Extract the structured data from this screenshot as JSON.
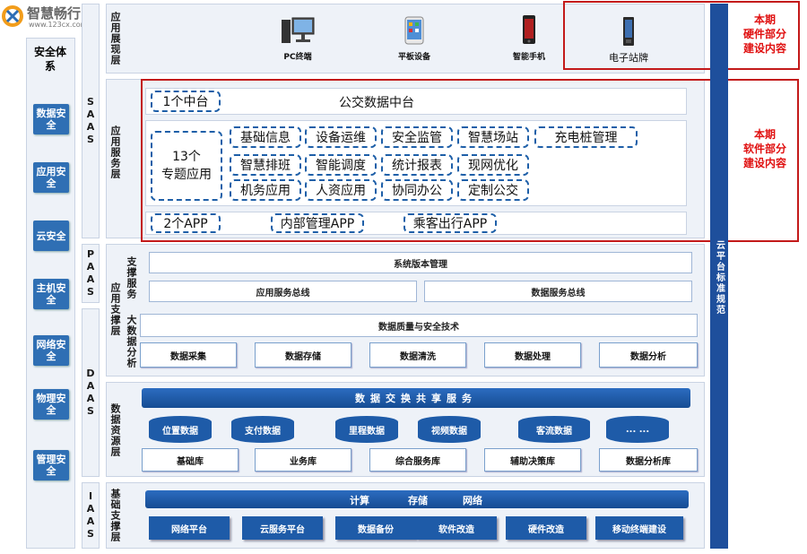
{
  "logo": {
    "name": "智慧畅行",
    "url": "www.123cx.com"
  },
  "security": {
    "title": "安全体系",
    "items": [
      "数据安全",
      "应用安全",
      "云安全",
      "主机安全",
      "网络安全",
      "物理安全",
      "管理安全"
    ]
  },
  "layers": {
    "saas": "SAAS",
    "paas": "PAAS",
    "daas": "DAAS",
    "iaas": "IAAS",
    "app_display": "应用展现层",
    "app_service": "应用服务层",
    "app_support": "应用支撑层",
    "data_resource": "数据资源层",
    "infra_support": "基础支撑层"
  },
  "devices": [
    "PC终端",
    "平板设备",
    "智能手机",
    "电子站牌"
  ],
  "annotations": {
    "hardware": "本期\n硬件部分\n建设内容",
    "software": "本期\n软件部分\n建设内容"
  },
  "service": {
    "mid_label": "1个中台",
    "mid_title": "公交数据中台",
    "topics_label": "13个\n专题应用",
    "topics": [
      "基础信息",
      "设备运维",
      "安全监管",
      "智慧场站",
      "充电桩管理",
      "智慧排班",
      "智能调度",
      "统计报表",
      "现网优化",
      "机务应用",
      "人资应用",
      "协同办公",
      "定制公交"
    ],
    "app_label": "2个APP",
    "apps": [
      "内部管理APP",
      "乘客出行APP"
    ]
  },
  "support": {
    "support_service_label": "支撑服务",
    "bigdata_label": "大数据分析",
    "version_mgmt": "系统版本管理",
    "app_bus": "应用服务总线",
    "data_bus": "数据服务总线",
    "quality": "数据质量与安全技术",
    "analysis": [
      "数据采集",
      "数据存储",
      "数据清洗",
      "数据处理",
      "数据分析"
    ]
  },
  "data_resource": {
    "exchange": "数据交换共享服务",
    "sources": [
      "位置数据",
      "支付数据",
      "里程数据",
      "视频数据",
      "客流数据",
      "... ..."
    ],
    "dbs": [
      "基础库",
      "业务库",
      "综合服务库",
      "辅助决策库",
      "数据分析库"
    ]
  },
  "infra": {
    "compute": "计算",
    "storage": "存储",
    "network": "网络",
    "items": [
      "网络平台",
      "云服务平台",
      "数据备份",
      "软件改造",
      "硬件改造",
      "移动终端建设"
    ]
  },
  "right_bar": "云平台标准规范",
  "colors": {
    "accent": "#1e5ba8",
    "security": "#2f6fb4",
    "annotation": "#e01010"
  }
}
